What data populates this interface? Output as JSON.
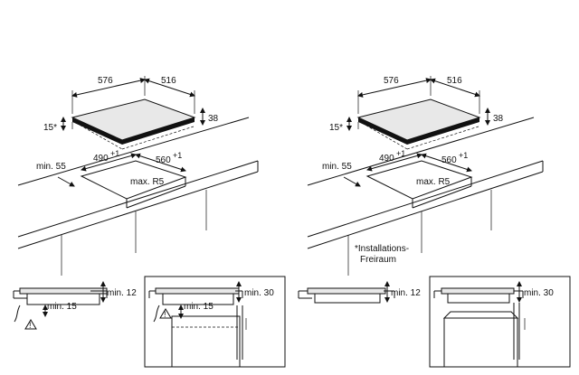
{
  "left": {
    "dims": {
      "width": "576",
      "depth": "516",
      "height_total": "38",
      "height_glass": "15*",
      "cutout_depth": "490",
      "cutout_depth_tol": "+1",
      "cutout_width": "560",
      "cutout_width_tol": "+1",
      "min_edge": "min. 55",
      "radius": "max. R5"
    },
    "details": {
      "d1_clearance": "min. 12",
      "d1_below": "min. 15",
      "d2_clearance": "min. 30",
      "d2_below": "min. 15"
    }
  },
  "right": {
    "dims": {
      "width": "576",
      "depth": "516",
      "height_total": "38",
      "height_glass": "15*",
      "cutout_depth": "490",
      "cutout_depth_tol": "+1",
      "cutout_width": "560",
      "cutout_width_tol": "+1",
      "min_edge": "min. 55",
      "radius": "max. R5"
    },
    "note_line1": "*Installations-",
    "note_line2": "Freiraum",
    "details": {
      "d1_clearance": "min. 12",
      "d2_clearance": "min. 30"
    }
  },
  "icons": {
    "warning": "warning-triangle-icon"
  }
}
